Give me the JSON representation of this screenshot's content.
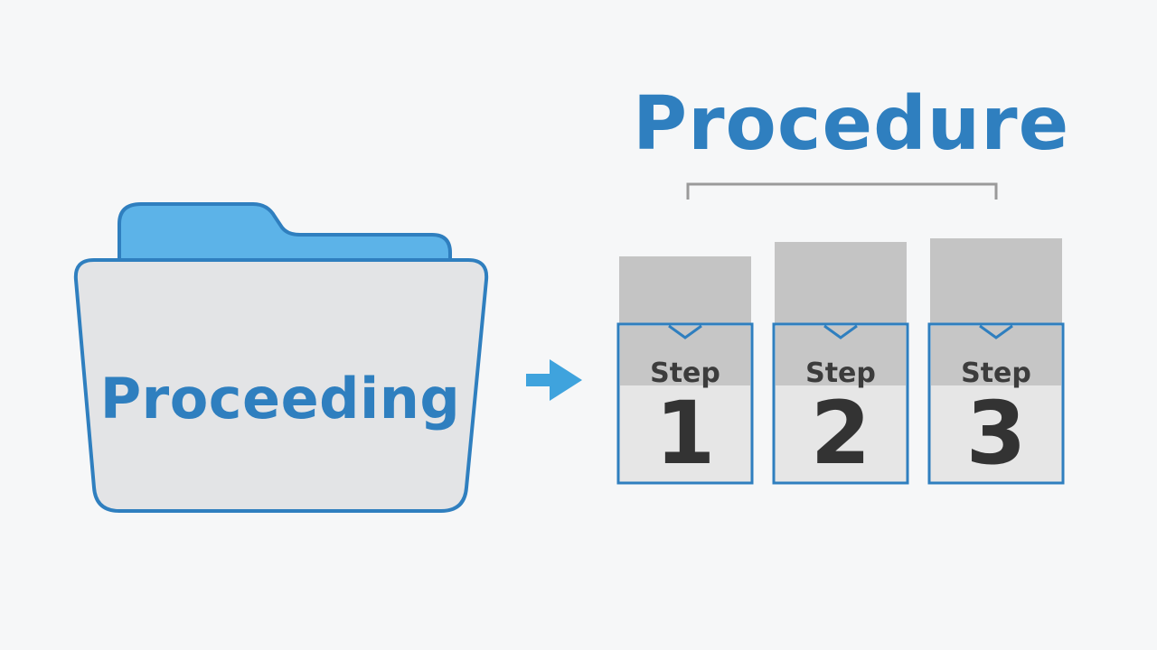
{
  "folder": {
    "label": "Proceeding",
    "accent": "#2f7fbf",
    "tab_color": "#5cb3e8",
    "body_color": "#e3e4e6"
  },
  "procedure": {
    "title": "Procedure"
  },
  "steps": [
    {
      "word": "Step",
      "number": "1"
    },
    {
      "word": "Step",
      "number": "2"
    },
    {
      "word": "Step",
      "number": "3"
    }
  ],
  "arrow": {
    "color": "#3fa3dd",
    "icon": "arrow-right-icon"
  }
}
